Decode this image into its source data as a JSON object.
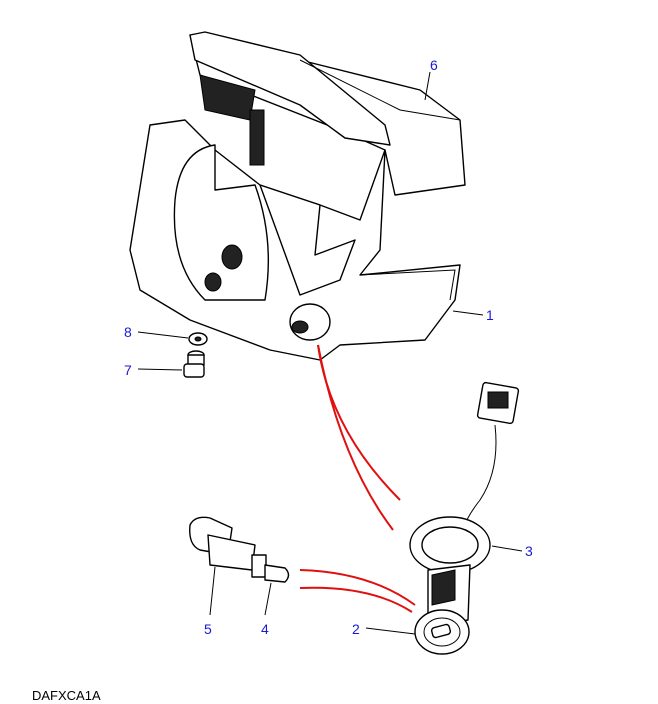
{
  "diagram": {
    "code": "DAFXCA1A",
    "callouts": {
      "c1": "1",
      "c2": "2",
      "c3": "3",
      "c4": "4",
      "c5": "5",
      "c6": "6",
      "c7": "7",
      "c8": "8"
    },
    "colors": {
      "callout": "#1a1ad0",
      "connector": "#e01010"
    }
  }
}
